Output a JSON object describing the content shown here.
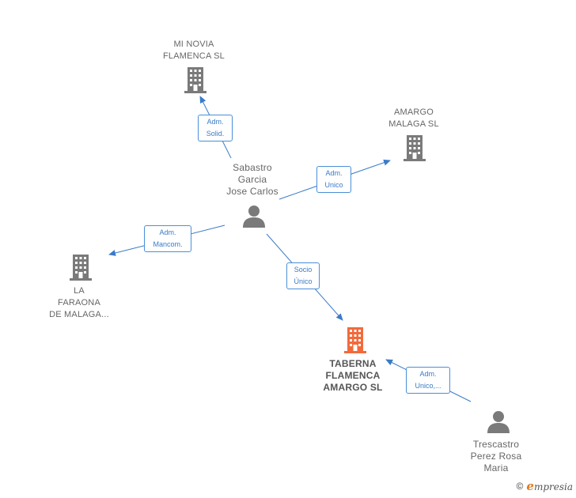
{
  "nodes": {
    "mi_novia": {
      "lines": [
        "MI NOVIA",
        "FLAMENCA  SL"
      ]
    },
    "amargo_malaga": {
      "lines": [
        "AMARGO",
        "MALAGA SL"
      ]
    },
    "sabastro": {
      "lines": [
        "Sabastro",
        "Garcia",
        "Jose Carlos"
      ]
    },
    "la_faraona": {
      "lines": [
        "LA",
        "FARAONA",
        "DE MALAGA..."
      ]
    },
    "taberna": {
      "lines": [
        "TABERNA",
        "FLAMENCA",
        "AMARGO  SL"
      ]
    },
    "trescastro": {
      "lines": [
        "Trescastro",
        "Perez Rosa",
        "Maria"
      ]
    }
  },
  "edges": {
    "adm_solid": {
      "lines": [
        "Adm.",
        "Solid."
      ]
    },
    "adm_unico": {
      "lines": [
        "Adm.",
        "Unico"
      ]
    },
    "adm_mancom": {
      "lines": [
        "Adm.",
        "Mancom."
      ]
    },
    "socio_unico": {
      "lines": [
        "Socio",
        "Único"
      ]
    },
    "adm_unico_2": {
      "lines": [
        "Adm.",
        "Unico,..."
      ]
    }
  },
  "footer": {
    "copyright": "©",
    "brand_first": "e",
    "brand_rest": "mpresia"
  },
  "colors": {
    "company": "#7a7a7a",
    "main_company": "#f26a3b",
    "person": "#7a7a7a",
    "edge": "#3a7bc8"
  }
}
